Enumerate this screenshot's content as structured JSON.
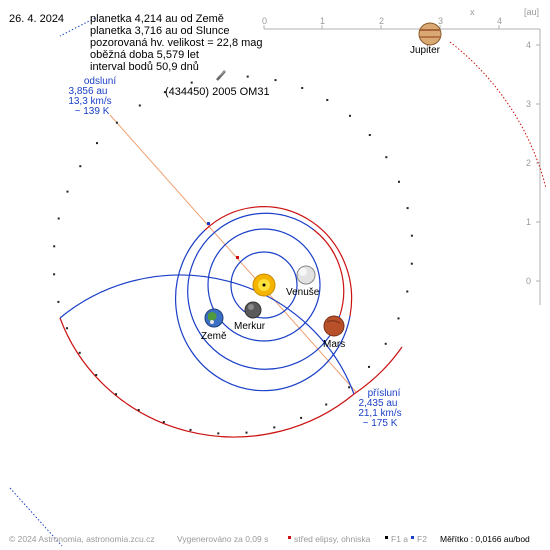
{
  "date": "26. 4. 2024",
  "info": {
    "line1": "planetka 4,214 au od Země",
    "line2": "planetka 3,716 au od Slunce",
    "line3": "pozorovaná hv. velikost = 22,8 mag",
    "line4": "oběžná doba 5,579 let",
    "line5": "interval bodů 50,9 dnů"
  },
  "asteroid_label": "(434450) 2005 OM31",
  "aphelion": {
    "title": "odsluní",
    "dist": "3,856 au",
    "speed": "13,3 km/s",
    "temp": "~ 139 K"
  },
  "perihelion": {
    "title": "přísluní",
    "dist": "2,435 au",
    "speed": "21,1 km/s",
    "temp": "~ 175 K"
  },
  "planets": {
    "jupiter": "Jupiter",
    "venus": "Venuše",
    "mercury": "Merkur",
    "earth": "Země",
    "mars": "Mars"
  },
  "axis": {
    "x_label": "x",
    "unit_label": "[au]",
    "x_ticks": [
      "0",
      "1",
      "2",
      "3",
      "4"
    ],
    "y_ticks": [
      "4",
      "3",
      "2",
      "1",
      "0"
    ]
  },
  "footer": {
    "copyright": "© 2024 Astronomia, astronomia.zcu.cz",
    "generated": "Vygenerováno za 0,09 s",
    "legend_center": "střed elipsy, ohniska",
    "legend_f1": "F1 a",
    "legend_f2": "F2",
    "scale": "Měřítko : 0,0166 au/bod"
  },
  "colors": {
    "asteroid_orbit_near": "#cc1111",
    "asteroid_orbit_far": "#1a3fc7",
    "apsides_line": "#f0a070",
    "axis": "#b0b0b0",
    "label_blue": "#1a3fc7"
  }
}
